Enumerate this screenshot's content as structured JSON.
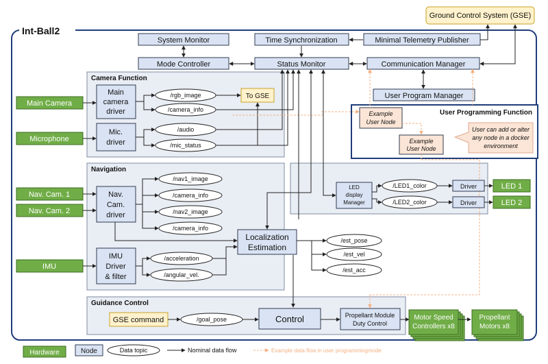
{
  "gse": "Ground Control System (GSE)",
  "root": "Int-Ball2",
  "top": {
    "system_monitor": "System Monitor",
    "time_sync": "Time Synchronization",
    "min_telemetry": "Minimal Telemetry Publisher",
    "mode_controller": "Mode Controller",
    "status_monitor": "Status Monitor",
    "comm_manager": "Communication Manager",
    "user_program_manager": "User Program Manager"
  },
  "camera": {
    "title": "Camera Function",
    "driver": [
      "Main",
      "camera",
      "driver"
    ],
    "mic_driver": [
      "Mic.",
      "driver"
    ],
    "rgb_image": "/rgb_image",
    "camera_info": "/camera_info",
    "to_gse": "To GSE",
    "audio": "/audio",
    "mic_status": "/mic_status"
  },
  "user_prog": {
    "title": "User Programming Function",
    "example1": [
      "Example",
      "User Node"
    ],
    "example2": [
      "Example",
      "User Node"
    ],
    "note": [
      "User can add or alter",
      "any node in a docker",
      "environment"
    ]
  },
  "led": {
    "manager": [
      "LED",
      "display",
      "Manager"
    ],
    "led1_color": "/LED1_color",
    "led2_color": "/LED2_color",
    "driver1": "Driver",
    "driver2": "Driver"
  },
  "navigation": {
    "title": "Navigation",
    "driver": [
      "Nav.",
      "Cam.",
      "driver"
    ],
    "nav1_image": "/nav1_image",
    "camera_info1": "/camera_info",
    "nav2_image": "/nav2_image",
    "camera_info2": "/camera_info",
    "imu_driver": [
      "IMU",
      "Driver",
      "& filter"
    ],
    "acceleration": "/acceleration",
    "angular_vel": "/angular_vel.",
    "localization": [
      "Localization",
      "Estimation"
    ],
    "est_pose": "/est_pose",
    "est_vel": "/est_vel",
    "est_acc": "/est_acc"
  },
  "guidance": {
    "title": "Guidance Control",
    "gse_command": "GSE command",
    "goal_pose": "/goal_pose",
    "control": "Control",
    "propellant_duty": [
      "Propellant Module",
      "Duty Control"
    ],
    "motor_speed": [
      "Motor Speed",
      "Controllers x8"
    ],
    "propellant_motors": [
      "Propellant",
      "Motors x8"
    ]
  },
  "hardware": {
    "main_camera": "Main Camera",
    "microphone": "Microphone",
    "nav_cam1": "Nav. Cam. 1",
    "nav_cam2": "Nav. Cam. 2",
    "imu": "IMU",
    "led1": "LED 1",
    "led2": "LED 2"
  },
  "legend": {
    "hardware": "Hardware",
    "node": "Node",
    "data_topic": "Data topic",
    "nominal_flow": "Nominal data flow",
    "example_flow": "Example data flow in user programmingmode"
  },
  "colors": {
    "hardware": "#70ad47",
    "node": "#dae3f3",
    "node_stroke": "#2f3b50",
    "gse": "#fff2cc",
    "gse_stroke": "#c9a227",
    "section": "#e9edf4",
    "frame": "#1f3d7a",
    "user_node": "#fbe5d6",
    "orange_flow": "#f4b183"
  }
}
